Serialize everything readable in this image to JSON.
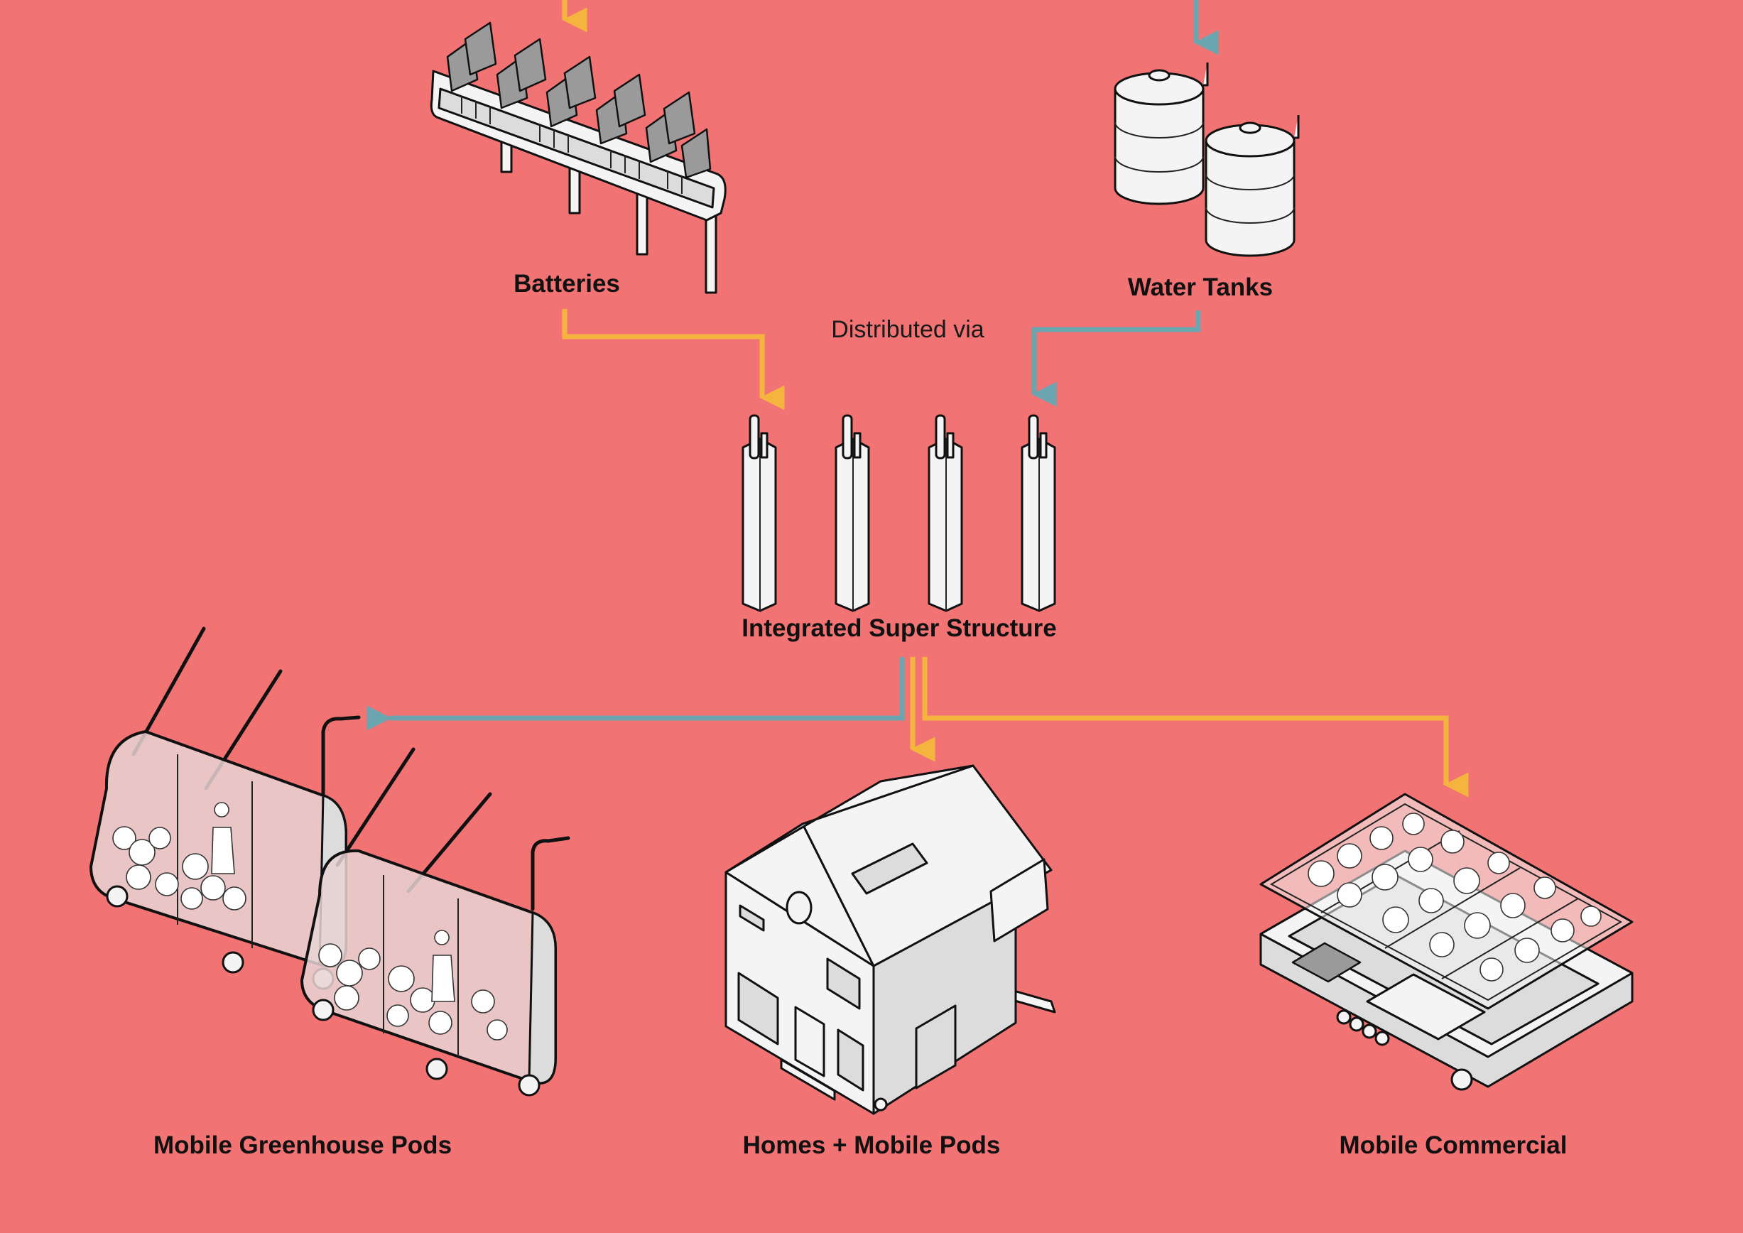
{
  "colors": {
    "background": "#F27373",
    "power_flow": "#F4B43E",
    "water_flow": "#6AA5B0",
    "ink": "#111111",
    "fill": "#F4F4F4"
  },
  "labels": {
    "batteries": "Batteries",
    "water_tanks": "Water Tanks",
    "distributed_via": "Distributed via",
    "super_structure": "Integrated Super Structure",
    "greenhouse_pods": "Mobile Greenhouse Pods",
    "homes_pods": "Homes + Mobile Pods",
    "commercial": "Mobile Commercial"
  }
}
